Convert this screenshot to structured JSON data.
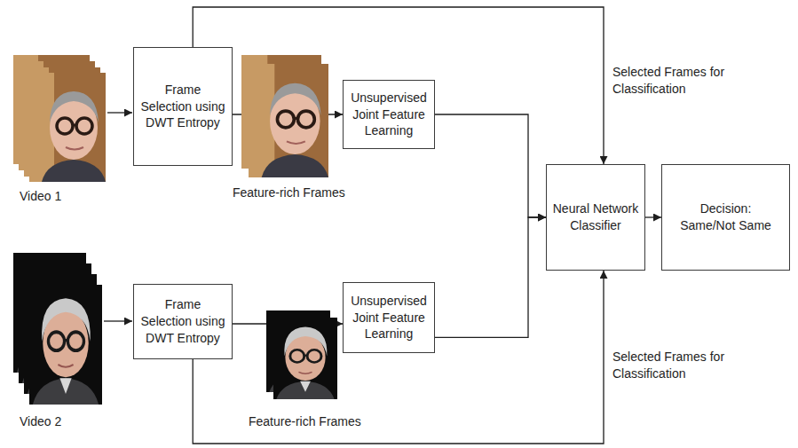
{
  "diagram": {
    "nodes": [
      {
        "text": [
          "Frame Selection using DWT Entropy"
        ]
      },
      {
        "text": [
          "Unsupervised Joint Feature Learning"
        ]
      },
      {
        "text": [
          "Neural Network Classifier"
        ]
      },
      {
        "text": [
          "Decision: Same/Not Same"
        ]
      },
      {
        "text": [
          "Frame Selection using DWT Entropy"
        ]
      },
      {
        "text": [
          "Unsupervised Joint Feature Learning"
        ]
      }
    ],
    "edges": [
      {
        "from": 0,
        "to": 1,
        "arrow": "to"
      },
      {
        "from": 1,
        "to": 2,
        "arrow": "to"
      },
      {
        "from": 0,
        "to": 2,
        "label": "Selected Frames for Classification",
        "arrow": "to"
      },
      {
        "from": 2,
        "to": 3,
        "arrow": "to"
      },
      {
        "from": 4,
        "to": 5,
        "arrow": "to"
      },
      {
        "from": 5,
        "to": 2,
        "arrow": "to"
      },
      {
        "from": 4,
        "to": 2,
        "label": "Selected Frames for Classification",
        "arrow": "to"
      }
    ],
    "labels": [
      "Video 1",
      "Feature-rich Frames",
      "Video 2",
      "Feature-rich Frames"
    ]
  }
}
